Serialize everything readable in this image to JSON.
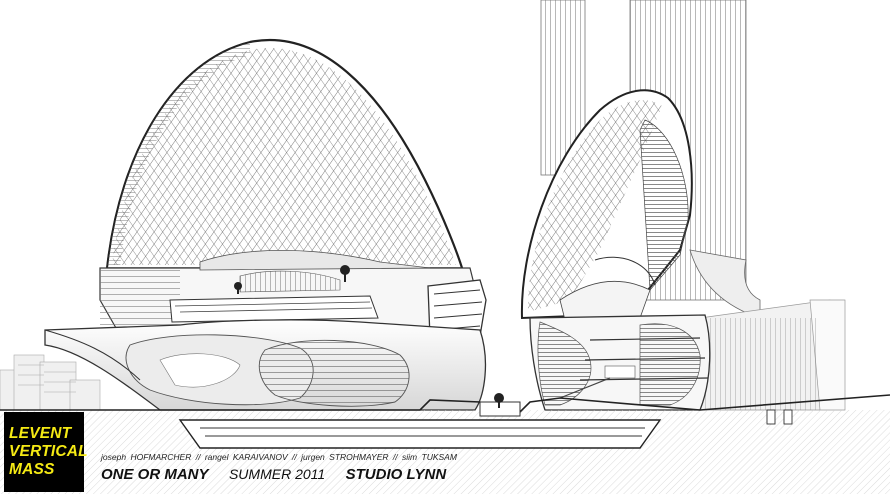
{
  "title_block": {
    "lines": [
      "LEVENT",
      "VERTICAL",
      "MASS"
    ],
    "background": "#000000",
    "text_color": "#f5ea14"
  },
  "credits": {
    "people": [
      {
        "first": "joseph",
        "last": "HOFMARCHER"
      },
      {
        "first": "rangel",
        "last": "KARAIVANOV"
      },
      {
        "first": "jurgen",
        "last": "STROHMAYER"
      },
      {
        "first": "siim",
        "last": "TUKSAM"
      }
    ],
    "separator": "//"
  },
  "footer": {
    "project": "ONE OR MANY",
    "term": "SUMMER 2011",
    "studio": "STUDIO LYNN"
  },
  "colors": {
    "line": "#3a3a3a",
    "fill_light": "#f4f4f4",
    "fill_shade": "#d9d9d9",
    "ground_hatch": "#cfcfcf"
  }
}
